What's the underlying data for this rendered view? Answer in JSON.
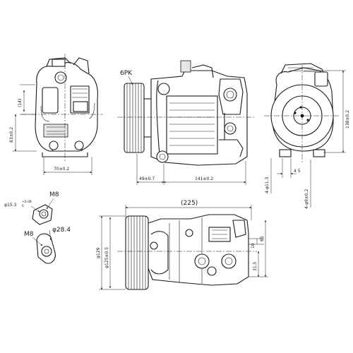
{
  "labels": {
    "belt": "6PK",
    "thread_top": "M8",
    "thread_bottom": "M8",
    "bore_value": "15.3",
    "bore_tol_upper": "+0.08",
    "bore_tol_lower": "0",
    "boss_diameter": "28.4",
    "top_length": "(225)",
    "dim_14": "(14)",
    "dim_83": "83±0.2",
    "dim_70": "70±0.2",
    "dim_49": "49±0.7",
    "dim_141": "141±0.2",
    "dim_138": "138±0.2",
    "dim_4_113": "4-φ11.3",
    "dim_45": "4 5",
    "dim_4_99": "4-φ9±0.2",
    "dim_129": "φ129",
    "dim_125": "φ125±0.5",
    "dim_10": "10",
    "dim_65": "65",
    "dim_315": "31.5"
  },
  "icons": [
    "diameter-symbol",
    "centerline",
    "dimension-arrow"
  ]
}
